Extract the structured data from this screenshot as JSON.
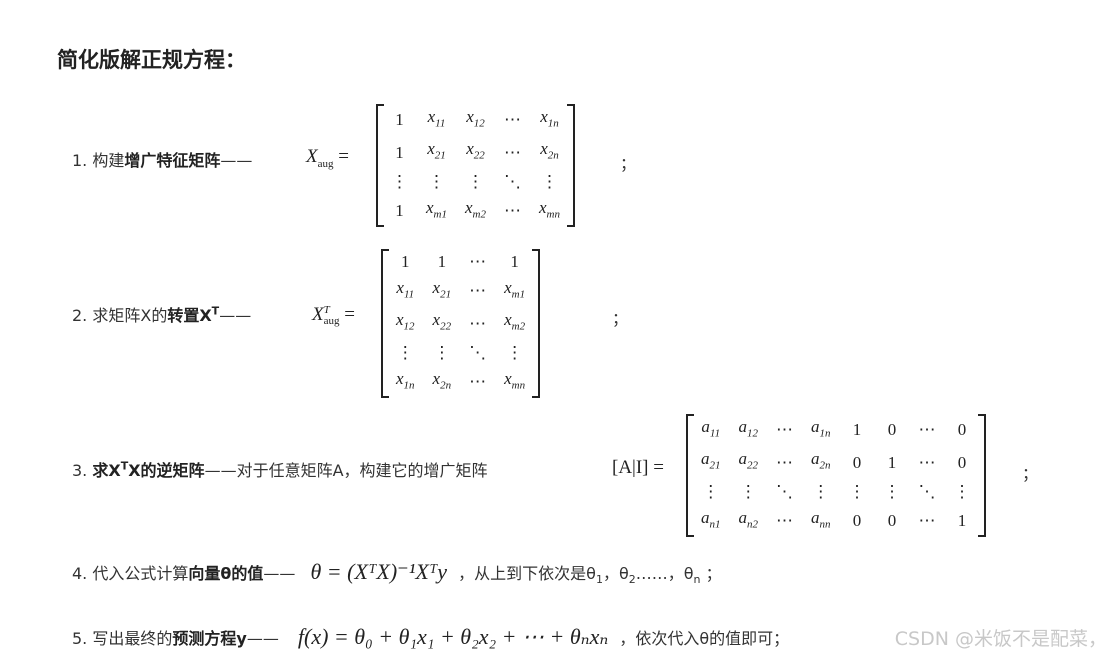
{
  "title": "简化版解正规方程：",
  "steps": [
    {
      "num": "1.",
      "pre": "构建",
      "bold": "增广特征矩阵",
      "post": "——",
      "lhs": "X",
      "lhs_sub": "aug",
      "eq": "=",
      "end": "；",
      "matrix": [
        [
          [
            "1",
            ""
          ],
          [
            "x",
            "11"
          ],
          [
            "x",
            "12"
          ],
          [
            "⋯",
            ""
          ],
          [
            "x",
            "1n"
          ]
        ],
        [
          [
            "1",
            ""
          ],
          [
            "x",
            "21"
          ],
          [
            "x",
            "22"
          ],
          [
            "⋯",
            ""
          ],
          [
            "x",
            "2n"
          ]
        ],
        [
          [
            "⋮",
            ""
          ],
          [
            "⋮",
            ""
          ],
          [
            "⋮",
            ""
          ],
          [
            "⋱",
            ""
          ],
          [
            "⋮",
            ""
          ]
        ],
        [
          [
            "1",
            ""
          ],
          [
            "x",
            "m1"
          ],
          [
            "x",
            "m2"
          ],
          [
            "⋯",
            ""
          ],
          [
            "x",
            "mn"
          ]
        ]
      ]
    },
    {
      "num": "2.",
      "pre": "求矩阵X的",
      "bold": "转置X",
      "bold_sup": "T",
      "post": "——",
      "lhs": "X",
      "lhs_sup": "T",
      "lhs_sub": "aug",
      "eq": "=",
      "end": "；",
      "matrix": [
        [
          [
            "1",
            ""
          ],
          [
            "1",
            ""
          ],
          [
            "⋯",
            ""
          ],
          [
            "1",
            ""
          ]
        ],
        [
          [
            "x",
            "11"
          ],
          [
            "x",
            "21"
          ],
          [
            "⋯",
            ""
          ],
          [
            "x",
            "m1"
          ]
        ],
        [
          [
            "x",
            "12"
          ],
          [
            "x",
            "22"
          ],
          [
            "⋯",
            ""
          ],
          [
            "x",
            "m2"
          ]
        ],
        [
          [
            "⋮",
            ""
          ],
          [
            "⋮",
            ""
          ],
          [
            "⋱",
            ""
          ],
          [
            "⋮",
            ""
          ]
        ],
        [
          [
            "x",
            "1n"
          ],
          [
            "x",
            "2n"
          ],
          [
            "⋯",
            ""
          ],
          [
            "x",
            "mn"
          ]
        ]
      ]
    },
    {
      "num": "3.",
      "bold": "求X",
      "bold_sup": "T",
      "bold2": "X的逆矩阵",
      "post": "——对于任意矩阵A，构建它的增广矩阵",
      "lhs": "[A|I]",
      "eq": "=",
      "end": "；",
      "matrix": [
        [
          [
            "a",
            "11"
          ],
          [
            "a",
            "12"
          ],
          [
            "⋯",
            ""
          ],
          [
            "a",
            "1n"
          ],
          [
            "1",
            ""
          ],
          [
            "0",
            ""
          ],
          [
            "⋯",
            ""
          ],
          [
            "0",
            ""
          ]
        ],
        [
          [
            "a",
            "21"
          ],
          [
            "a",
            "22"
          ],
          [
            "⋯",
            ""
          ],
          [
            "a",
            "2n"
          ],
          [
            "0",
            ""
          ],
          [
            "1",
            ""
          ],
          [
            "⋯",
            ""
          ],
          [
            "0",
            ""
          ]
        ],
        [
          [
            "⋮",
            ""
          ],
          [
            "⋮",
            ""
          ],
          [
            "⋱",
            ""
          ],
          [
            "⋮",
            ""
          ],
          [
            "⋮",
            ""
          ],
          [
            "⋮",
            ""
          ],
          [
            "⋱",
            ""
          ],
          [
            "⋮",
            ""
          ]
        ],
        [
          [
            "a",
            "n1"
          ],
          [
            "a",
            "n2"
          ],
          [
            "⋯",
            ""
          ],
          [
            "a",
            "nn"
          ],
          [
            "0",
            ""
          ],
          [
            "0",
            ""
          ],
          [
            "⋯",
            ""
          ],
          [
            "1",
            ""
          ]
        ]
      ]
    },
    {
      "num": "4.",
      "pre": "代入公式计算",
      "bold": "向量θ的值",
      "post": "——",
      "formula": "θ = (XᵀX)⁻¹Xᵀy",
      "tail": "，从上到下依次是θ",
      "t1": "1",
      "t2": "，θ",
      "t3": "2",
      "t4": "……，θ",
      "t5": "n",
      "t6": "；"
    },
    {
      "num": "5.",
      "pre": "写出最终的",
      "bold": "预测方程y",
      "post": "——",
      "formula": "f(x) = θ₀ + θ₁x₁ + θ₂x₂ + ⋯ + θₙxₙ",
      "tail": "，依次代入θ的值即可；"
    }
  ],
  "watermark": "CSDN @米饭不是配菜，"
}
